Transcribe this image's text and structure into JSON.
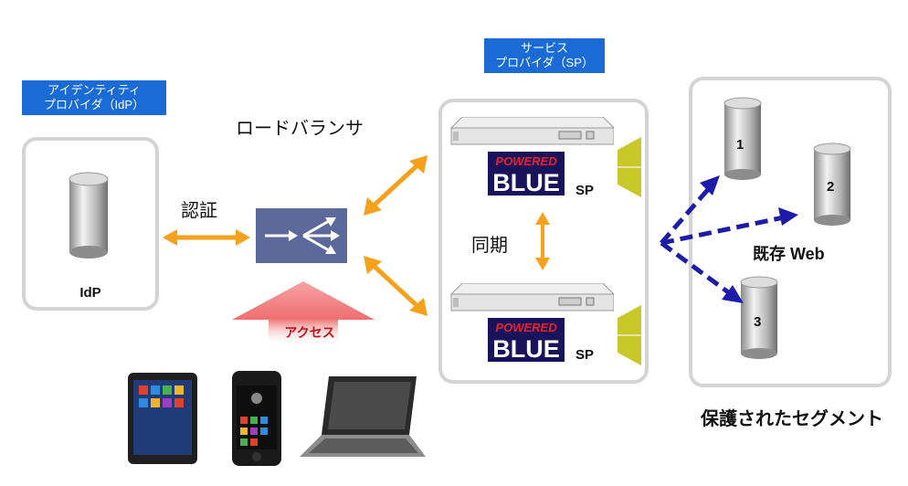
{
  "idp": {
    "title": "アイデンティティ\nプロバイダ（IdP）",
    "server_label": "IdP"
  },
  "sp": {
    "title": "サービス\nプロバイダ（SP）",
    "server_labels": [
      "SP",
      "SP"
    ],
    "logo_top": "POWERED",
    "logo_bottom": "BLUE",
    "sync_label": "同期"
  },
  "load_balancer": {
    "title": "ロードバランサ"
  },
  "auth_label": "認証",
  "access_label": "アクセス",
  "protected": {
    "web_label": "既存 Web",
    "segment_label": "保護されたセグメント",
    "servers": [
      "1",
      "2",
      "3"
    ]
  },
  "colors": {
    "label_blue": "#1a6bd6",
    "arrow_orange": "#f5a11c",
    "dashed_navy": "#1c1ca8",
    "panel_border": "#d4d4d4",
    "lb_box": "#5b6a9a",
    "access_pink": "#f07a7a",
    "side_plate": "#c9c82a"
  },
  "icons": {
    "servers": "cylinder-server-icon",
    "load_balancer": "load-balancer-icon",
    "devices": [
      "tablet-icon",
      "smartphone-icon",
      "laptop-icon"
    ]
  }
}
